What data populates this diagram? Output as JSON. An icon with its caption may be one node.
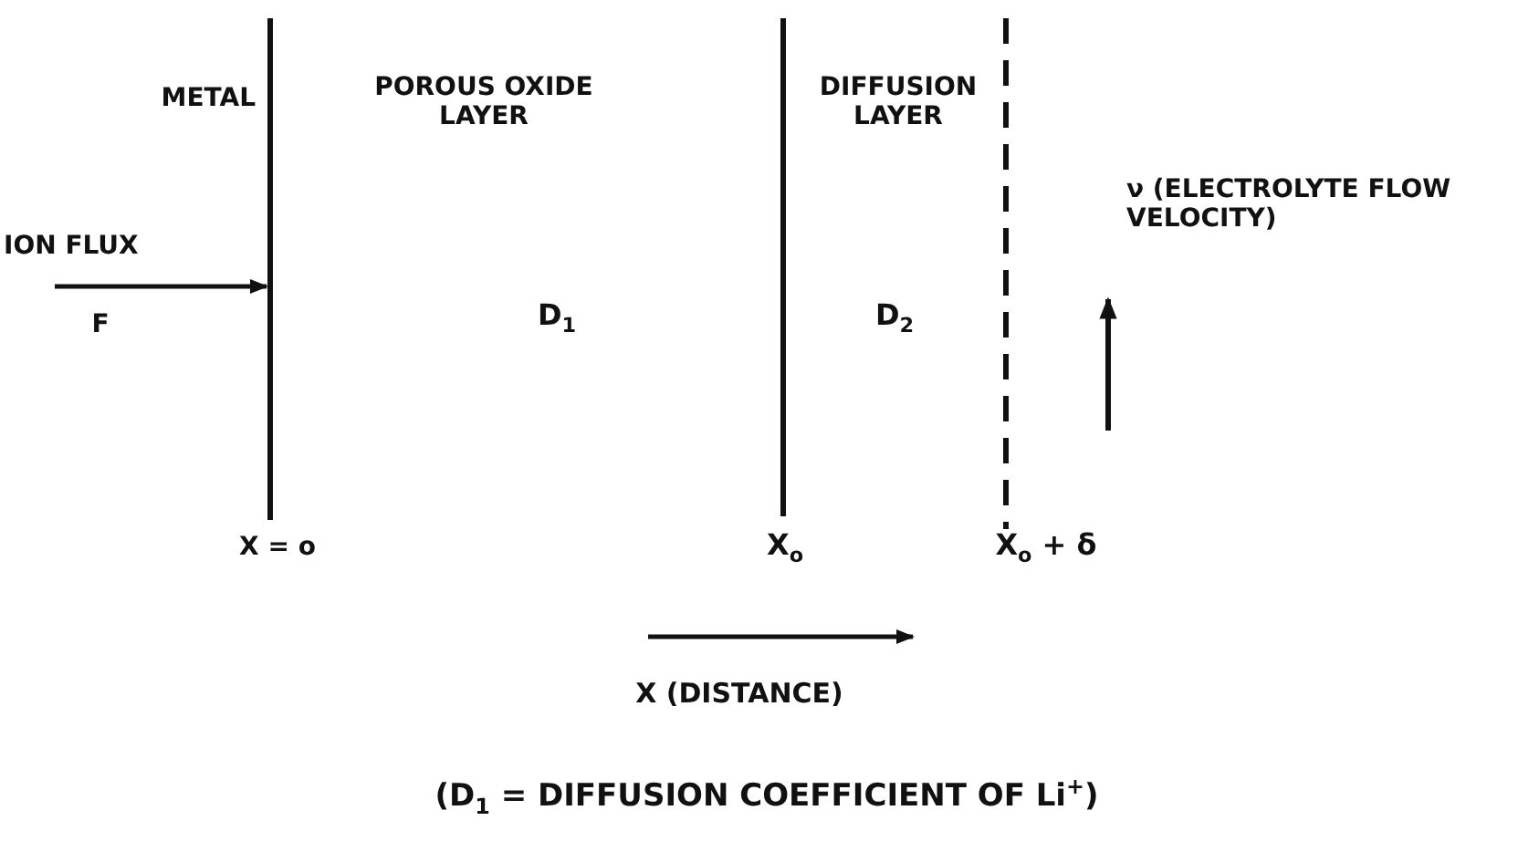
{
  "diagram": {
    "caption": "(D$_{1}$ = DIFFUSION COEFFICIENT OF Li$^{+}$)",
    "labels": [
      "METAL",
      "POROUS OXIDE LAYER",
      "DIFFUSION LAYER",
      "ν (ELECTROLYTE FLOW VELOCITY)",
      "ION FLUX",
      "F",
      "D$_{1}$",
      "D$_{2}$",
      "X = o",
      "X$_{o}$",
      "X$_{o}$ + δ",
      "X (DISTANCE)"
    ]
  }
}
